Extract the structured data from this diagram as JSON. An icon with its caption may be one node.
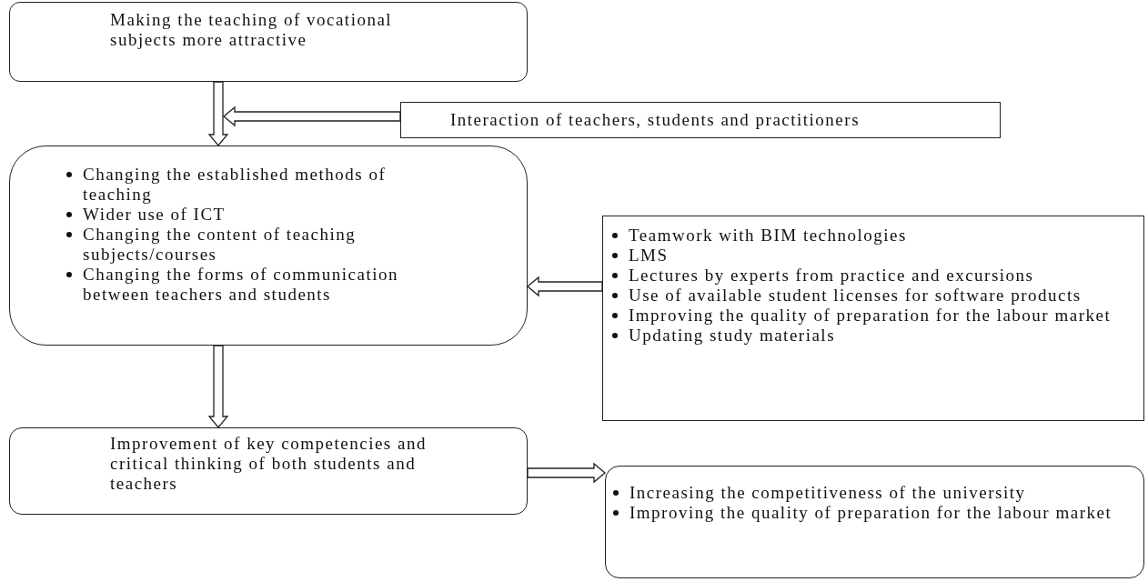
{
  "diagram": {
    "nodes": [
      {
        "text": [
          "Making the teaching of vocational subjects more attractive"
        ]
      },
      {
        "text": [
          "Interaction of teachers, students and practitioners"
        ]
      },
      {
        "text": [
          "Changing the established methods of teaching",
          "Wider use of ICT",
          "Changing the content of teaching subjects/courses",
          "Changing the forms of communication between teachers and students"
        ]
      },
      {
        "text": [
          "Teamwork with BIM technologies",
          "LMS",
          "Lectures by experts from practice and excursions",
          "Use of available student licenses for software products",
          "Improving the quality of preparation for the labour market",
          "Updating study materials"
        ]
      },
      {
        "text": [
          "Improvement of key competencies and critical thinking of both students and teachers"
        ]
      },
      {
        "text": [
          "Increasing the competitiveness of the university",
          "Improving the quality of preparation for the labour market"
        ]
      }
    ],
    "edges": [
      {
        "from": 0,
        "to": 2,
        "arrow": "to"
      },
      {
        "from": 1,
        "to": null,
        "arrow": "to"
      },
      {
        "from": 3,
        "to": 2,
        "arrow": "to"
      },
      {
        "from": 2,
        "to": 4,
        "arrow": "to"
      },
      {
        "from": 4,
        "to": 5,
        "arrow": "to"
      }
    ]
  }
}
